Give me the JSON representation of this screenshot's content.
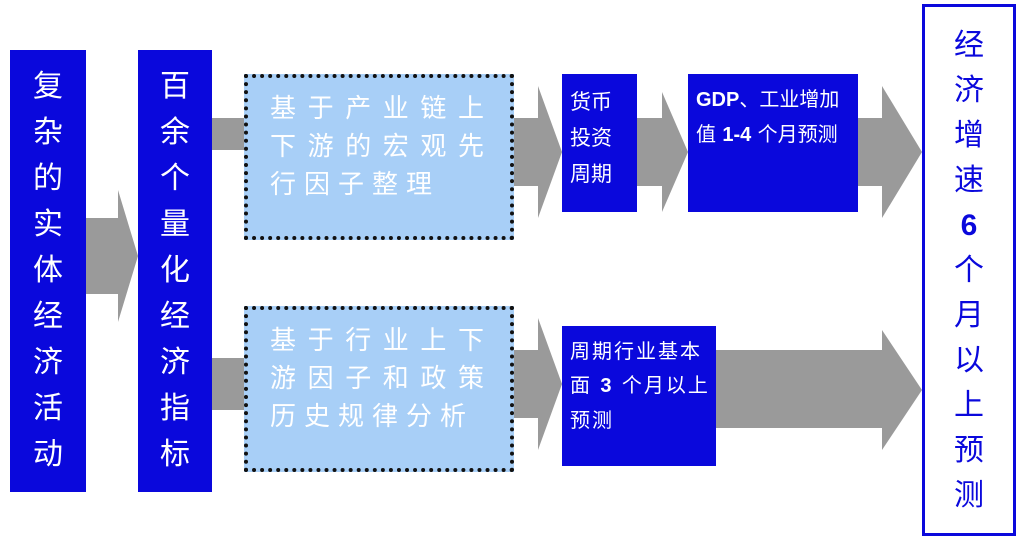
{
  "left_box": {
    "chars": [
      "复",
      "杂",
      "的",
      "实",
      "体",
      "经",
      "济",
      "活",
      "动"
    ]
  },
  "indicator_box": {
    "chars": [
      "百",
      "余",
      "个",
      "量",
      "化",
      "经",
      "济",
      "指",
      "标"
    ]
  },
  "top_factor": {
    "text": "基于产业链上下游的宏观先行因子整理"
  },
  "bottom_factor": {
    "text": "基于行业上下游因子和政策历史规律分析"
  },
  "money_cycle": {
    "text": "货币投资周期"
  },
  "gdp_forecast": {
    "text_bold_1": "GDP",
    "text_1": "、工业增加值 ",
    "text_bold_2": "1-4",
    "text_2": " 个月预测"
  },
  "industry_forecast": {
    "text_1": "周期行业基本面 ",
    "text_bold": "3",
    "text_2": " 个月以上预测"
  },
  "output_box": {
    "chars": [
      "经",
      "济",
      "增",
      "速",
      "6",
      "个",
      "月",
      "以",
      "上",
      "预",
      "测"
    ]
  },
  "colors": {
    "blue": "#0a08dc",
    "light_blue": "#a8cff7",
    "arrow": "#9a9a9a"
  }
}
